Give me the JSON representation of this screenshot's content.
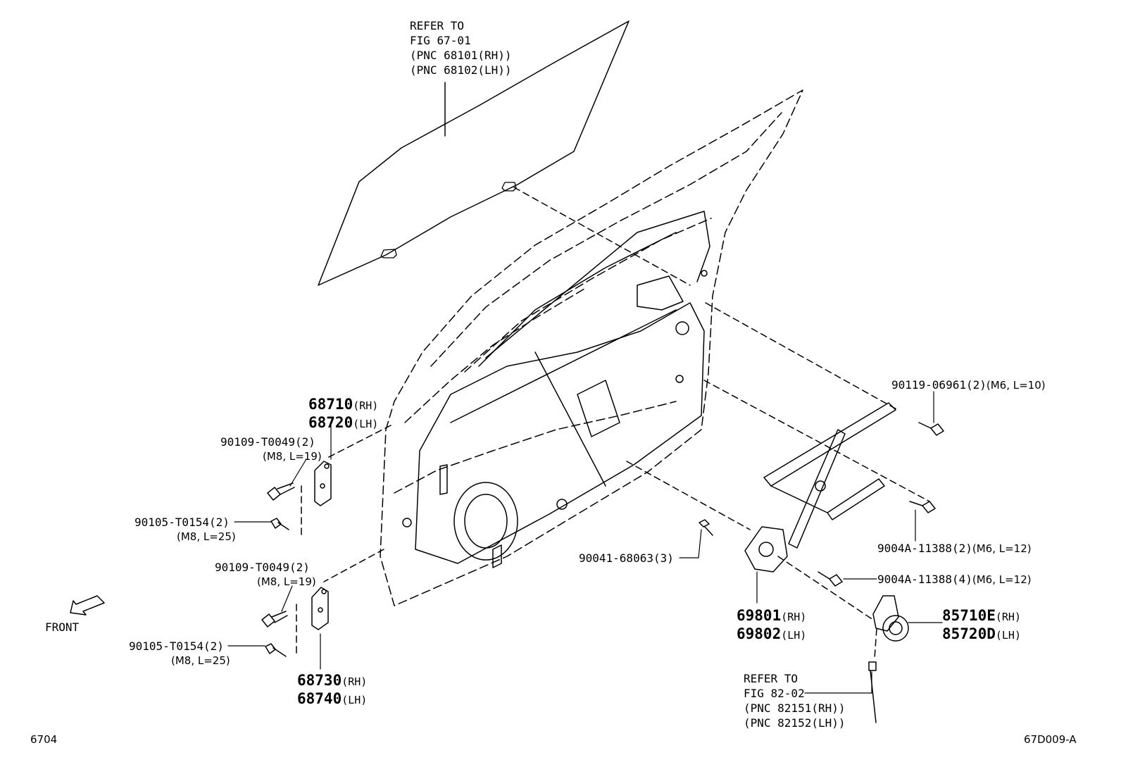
{
  "diagram": {
    "glass_ref": [
      "REFER TO",
      "FIG 67-01",
      "(PNC 68101(RH))",
      "(PNC 68102(LH))"
    ],
    "wire_ref": [
      "REFER TO",
      "FIG 82-02",
      "(PNC 82151(RH))",
      "(PNC 82152(LH))"
    ],
    "upper_hinge": {
      "rh_part": "68710",
      "rh_side": "(RH)",
      "lh_part": "68720",
      "lh_side": "(LH)"
    },
    "lower_hinge": {
      "rh_part": "68730",
      "rh_side": "(RH)",
      "lh_part": "68740",
      "lh_side": "(LH)"
    },
    "regulator": {
      "rh_part": "69801",
      "rh_side": "(RH)",
      "lh_part": "69802",
      "lh_side": "(LH)"
    },
    "motor": {
      "rh_part": "85710E",
      "rh_side": "(RH)",
      "lh_part": "85720D",
      "lh_side": "(LH)"
    },
    "bolt_upper_1": {
      "part": "90109-T0049(2)",
      "spec": "(M8, L=19)"
    },
    "bolt_upper_2": {
      "part": "90105-T0154(2)",
      "spec": "(M8, L=25)"
    },
    "bolt_lower_1": {
      "part": "90109-T0049(2)",
      "spec": "(M8, L=19)"
    },
    "bolt_lower_2": {
      "part": "90105-T0154(2)",
      "spec": "(M8, L=25)"
    },
    "bolt_regulator_top": {
      "part": "90119-06961(2)",
      "spec": "(M6, L=10)"
    },
    "bolt_regulator_mid": {
      "part": "9004A-11388(2)",
      "spec": "(M6, L=12)"
    },
    "bolt_regulator_low": {
      "part": "9004A-11388(4)",
      "spec": "(M6, L=12)"
    },
    "bolt_panel": {
      "part": "90041-68063(3)"
    },
    "front_label": "FRONT",
    "page_number": "6704",
    "figure_code": "67D009-A"
  }
}
